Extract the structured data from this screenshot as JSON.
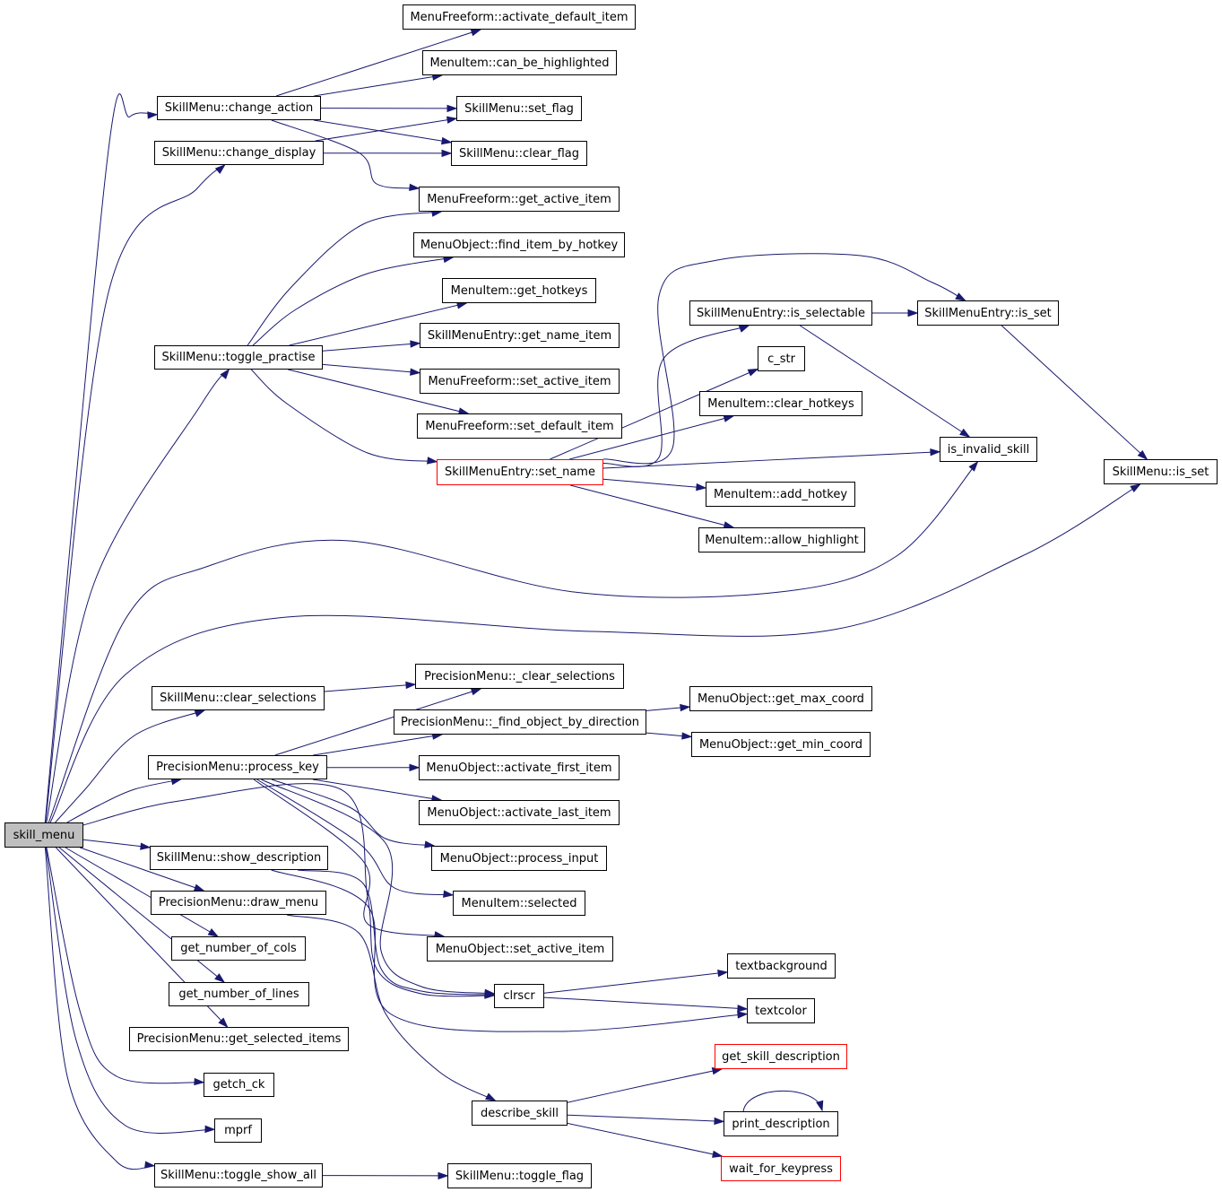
{
  "graph": {
    "colors": {
      "edge": "#191970",
      "node_border": "#000000",
      "root_fill": "#bfbfbf",
      "truncated_border": "#ff0000"
    },
    "nodes": [
      {
        "id": "skill_menu",
        "label": "skill_menu",
        "root": true
      },
      {
        "id": "change_action",
        "label": "SkillMenu::change_action"
      },
      {
        "id": "change_display",
        "label": "SkillMenu::change_display"
      },
      {
        "id": "toggle_practise",
        "label": "SkillMenu::toggle_practise"
      },
      {
        "id": "clear_selections",
        "label": "SkillMenu::clear_selections"
      },
      {
        "id": "process_key",
        "label": "PrecisionMenu::process_key"
      },
      {
        "id": "show_description",
        "label": "SkillMenu::show_description"
      },
      {
        "id": "draw_menu",
        "label": "PrecisionMenu::draw_menu"
      },
      {
        "id": "get_number_of_cols",
        "label": "get_number_of_cols"
      },
      {
        "id": "get_number_of_lines",
        "label": "get_number_of_lines"
      },
      {
        "id": "get_selected_items",
        "label": "PrecisionMenu::get_selected_items"
      },
      {
        "id": "getch_ck",
        "label": "getch_ck"
      },
      {
        "id": "mprf",
        "label": "mprf"
      },
      {
        "id": "toggle_show_all",
        "label": "SkillMenu::toggle_show_all"
      },
      {
        "id": "activate_default_item",
        "label": "MenuFreeform::activate_default_item"
      },
      {
        "id": "can_be_highlighted",
        "label": "MenuItem::can_be_highlighted"
      },
      {
        "id": "set_flag",
        "label": "SkillMenu::set_flag"
      },
      {
        "id": "clear_flag",
        "label": "SkillMenu::clear_flag"
      },
      {
        "id": "get_active_item",
        "label": "MenuFreeform::get_active_item"
      },
      {
        "id": "find_item_by_hotkey",
        "label": "MenuObject::find_item_by_hotkey"
      },
      {
        "id": "get_hotkeys",
        "label": "MenuItem::get_hotkeys"
      },
      {
        "id": "get_name_item",
        "label": "SkillMenuEntry::get_name_item"
      },
      {
        "id": "set_active_item_ff",
        "label": "MenuFreeform::set_active_item"
      },
      {
        "id": "set_default_item",
        "label": "MenuFreeform::set_default_item"
      },
      {
        "id": "set_name",
        "label": "SkillMenuEntry::set_name",
        "truncated": true
      },
      {
        "id": "is_selectable",
        "label": "SkillMenuEntry::is_selectable"
      },
      {
        "id": "c_str",
        "label": "c_str"
      },
      {
        "id": "clear_hotkeys",
        "label": "MenuItem::clear_hotkeys"
      },
      {
        "id": "add_hotkey",
        "label": "MenuItem::add_hotkey"
      },
      {
        "id": "allow_highlight",
        "label": "MenuItem::allow_highlight"
      },
      {
        "id": "entry_is_set",
        "label": "SkillMenuEntry::is_set"
      },
      {
        "id": "is_invalid_skill",
        "label": "is_invalid_skill"
      },
      {
        "id": "menu_is_set",
        "label": "SkillMenu::is_set"
      },
      {
        "id": "_clear_selections",
        "label": "PrecisionMenu::_clear_selections"
      },
      {
        "id": "_find_object_by_direction",
        "label": "PrecisionMenu::_find_object_by_direction"
      },
      {
        "id": "get_max_coord",
        "label": "MenuObject::get_max_coord"
      },
      {
        "id": "get_min_coord",
        "label": "MenuObject::get_min_coord"
      },
      {
        "id": "activate_first_item",
        "label": "MenuObject::activate_first_item"
      },
      {
        "id": "activate_last_item",
        "label": "MenuObject::activate_last_item"
      },
      {
        "id": "process_input",
        "label": "MenuObject::process_input"
      },
      {
        "id": "selected",
        "label": "MenuItem::selected"
      },
      {
        "id": "set_active_item_mo",
        "label": "MenuObject::set_active_item"
      },
      {
        "id": "clrscr",
        "label": "clrscr"
      },
      {
        "id": "textbackground",
        "label": "textbackground"
      },
      {
        "id": "textcolor",
        "label": "textcolor"
      },
      {
        "id": "describe_skill",
        "label": "describe_skill"
      },
      {
        "id": "get_skill_description",
        "label": "get_skill_description",
        "truncated": true
      },
      {
        "id": "print_description",
        "label": "print_description"
      },
      {
        "id": "wait_for_keypress",
        "label": "wait_for_keypress",
        "truncated": true
      },
      {
        "id": "toggle_flag",
        "label": "SkillMenu::toggle_flag"
      }
    ],
    "edges": [
      [
        "skill_menu",
        "change_action"
      ],
      [
        "skill_menu",
        "change_display"
      ],
      [
        "skill_menu",
        "toggle_practise"
      ],
      [
        "skill_menu",
        "is_invalid_skill"
      ],
      [
        "skill_menu",
        "menu_is_set"
      ],
      [
        "skill_menu",
        "clear_selections"
      ],
      [
        "skill_menu",
        "process_key"
      ],
      [
        "skill_menu",
        "show_description"
      ],
      [
        "skill_menu",
        "draw_menu"
      ],
      [
        "skill_menu",
        "get_number_of_cols"
      ],
      [
        "skill_menu",
        "get_number_of_lines"
      ],
      [
        "skill_menu",
        "get_selected_items"
      ],
      [
        "skill_menu",
        "getch_ck"
      ],
      [
        "skill_menu",
        "mprf"
      ],
      [
        "skill_menu",
        "toggle_show_all"
      ],
      [
        "skill_menu",
        "clrscr"
      ],
      [
        "change_action",
        "activate_default_item"
      ],
      [
        "change_action",
        "can_be_highlighted"
      ],
      [
        "change_action",
        "set_flag"
      ],
      [
        "change_action",
        "clear_flag"
      ],
      [
        "change_action",
        "get_active_item"
      ],
      [
        "change_display",
        "set_flag"
      ],
      [
        "change_display",
        "clear_flag"
      ],
      [
        "toggle_practise",
        "get_active_item"
      ],
      [
        "toggle_practise",
        "find_item_by_hotkey"
      ],
      [
        "toggle_practise",
        "get_hotkeys"
      ],
      [
        "toggle_practise",
        "get_name_item"
      ],
      [
        "toggle_practise",
        "set_active_item_ff"
      ],
      [
        "toggle_practise",
        "set_default_item"
      ],
      [
        "toggle_practise",
        "set_name"
      ],
      [
        "set_name",
        "is_selectable"
      ],
      [
        "set_name",
        "c_str"
      ],
      [
        "set_name",
        "clear_hotkeys"
      ],
      [
        "set_name",
        "is_invalid_skill"
      ],
      [
        "set_name",
        "add_hotkey"
      ],
      [
        "set_name",
        "allow_highlight"
      ],
      [
        "set_name",
        "entry_is_set"
      ],
      [
        "is_selectable",
        "entry_is_set"
      ],
      [
        "is_selectable",
        "is_invalid_skill"
      ],
      [
        "entry_is_set",
        "menu_is_set"
      ],
      [
        "clear_selections",
        "_clear_selections"
      ],
      [
        "process_key",
        "_clear_selections"
      ],
      [
        "process_key",
        "_find_object_by_direction"
      ],
      [
        "process_key",
        "activate_first_item"
      ],
      [
        "process_key",
        "activate_last_item"
      ],
      [
        "process_key",
        "process_input"
      ],
      [
        "process_key",
        "selected"
      ],
      [
        "process_key",
        "set_active_item_mo"
      ],
      [
        "process_key",
        "clrscr"
      ],
      [
        "_find_object_by_direction",
        "get_max_coord"
      ],
      [
        "_find_object_by_direction",
        "get_min_coord"
      ],
      [
        "show_description",
        "clrscr"
      ],
      [
        "show_description",
        "textcolor"
      ],
      [
        "draw_menu",
        "describe_skill"
      ],
      [
        "clrscr",
        "textbackground"
      ],
      [
        "clrscr",
        "textcolor"
      ],
      [
        "describe_skill",
        "get_skill_description"
      ],
      [
        "describe_skill",
        "print_description"
      ],
      [
        "describe_skill",
        "wait_for_keypress"
      ],
      [
        "print_description",
        "print_description"
      ],
      [
        "toggle_show_all",
        "toggle_flag"
      ]
    ]
  }
}
